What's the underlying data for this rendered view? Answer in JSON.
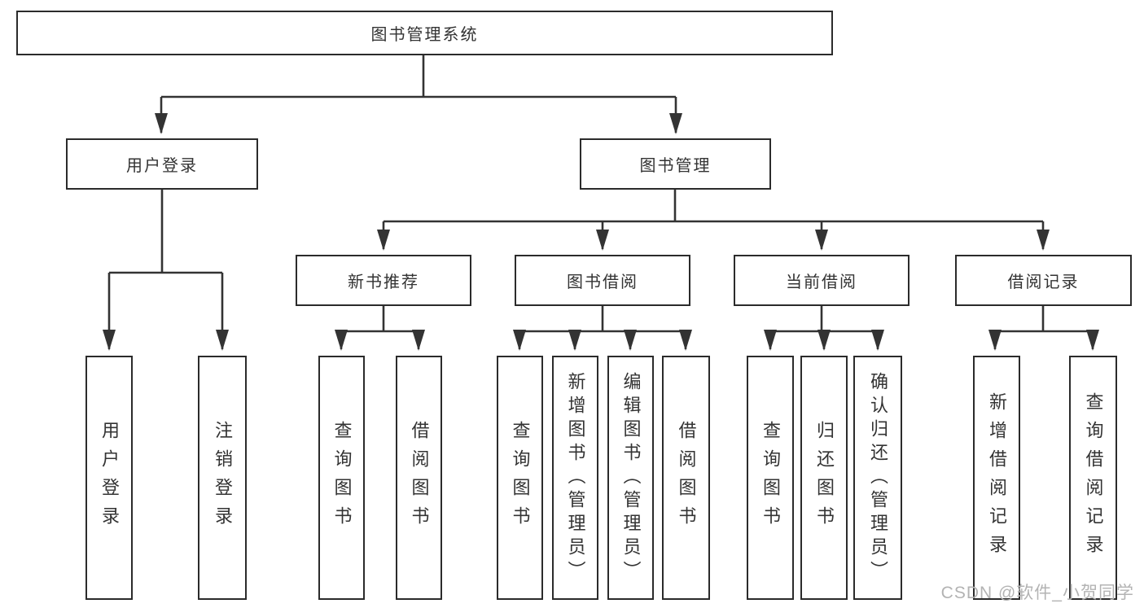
{
  "tree": {
    "root": "图书管理系统",
    "branches": [
      {
        "label": "用户登录",
        "children": [
          "用户登录",
          "注销登录"
        ]
      },
      {
        "label": "图书管理",
        "groups": [
          {
            "label": "新书推荐",
            "children": [
              "查询图书",
              "借阅图书"
            ]
          },
          {
            "label": "图书借阅",
            "children": [
              "查询图书",
              "新增图书（管理员）",
              "编辑图书（管理员）",
              "借阅图书"
            ]
          },
          {
            "label": "当前借阅",
            "children": [
              "查询图书",
              "归还图书",
              "确认归还（管理员）"
            ]
          },
          {
            "label": "借阅记录",
            "children": [
              "新增借阅记录",
              "查询借阅记录"
            ]
          }
        ]
      }
    ]
  },
  "watermark": "CSDN @软件_小贺同学",
  "colors": {
    "line": "#333333",
    "border": "#2b2b2b",
    "text": "#333333",
    "background": "#ffffff",
    "watermark": "#b3b3b3"
  }
}
